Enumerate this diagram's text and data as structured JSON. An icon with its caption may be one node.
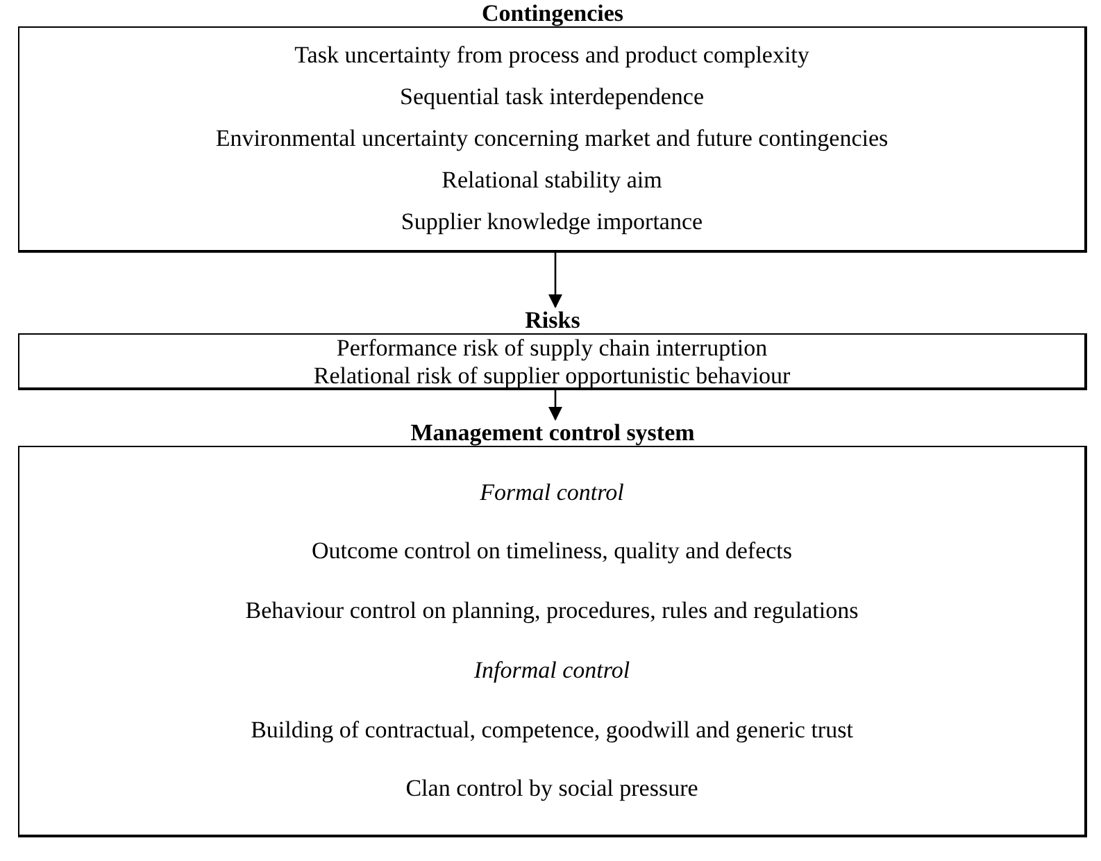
{
  "diagram": {
    "nodes": [
      {
        "text": [
          "Contingencies",
          "Task uncertainty from process and product complexity",
          "Sequential task interdependence",
          "Environmental uncertainty concerning market and future contingencies",
          "Relational stability aim",
          "Supplier knowledge importance"
        ]
      },
      {
        "text": [
          "Risks",
          "Performance risk of supply chain interruption",
          "Relational risk of supplier opportunistic behaviour"
        ]
      },
      {
        "text": [
          "Management control system",
          "*Formal control*",
          "Outcome control on timeliness, quality and defects",
          "Behaviour control on planning, procedures, rules and regulations",
          "*Informal control*",
          "Building of contractual, competence, goodwill and generic trust",
          "Clan control by social pressure"
        ]
      }
    ],
    "edges": [
      {
        "from": 0,
        "to": 1,
        "arrow": "to"
      },
      {
        "from": 1,
        "to": 2,
        "arrow": "to"
      }
    ]
  }
}
